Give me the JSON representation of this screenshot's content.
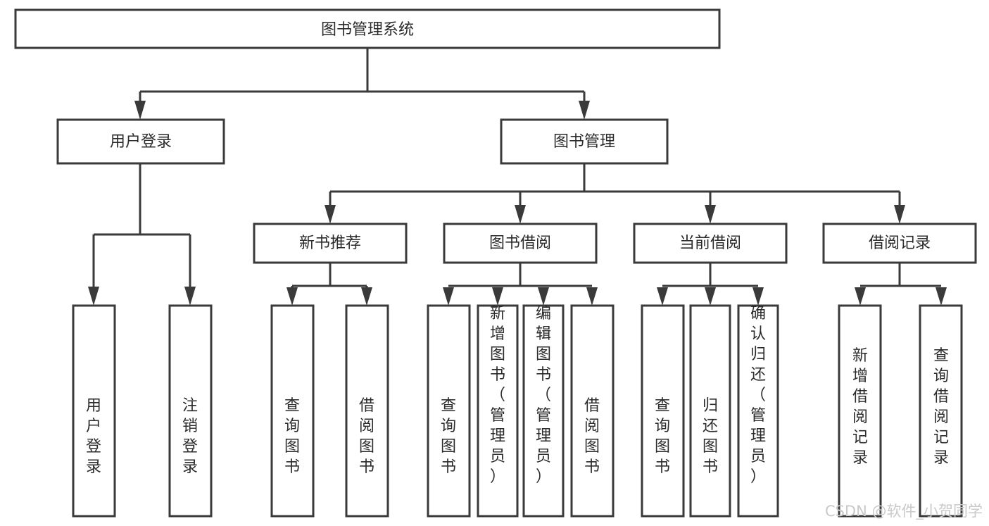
{
  "diagram": {
    "type": "tree-hierarchy",
    "title": "图书管理系统",
    "orientation": "top-down",
    "colors": {
      "stroke": "#3a3a3a",
      "fill": "#ffffff",
      "text": "#2b2b2b",
      "watermark": "#c9c9c9",
      "background": "#ffffff"
    },
    "levels": [
      {
        "level": 1,
        "nodes": [
          {
            "id": "root",
            "label": "图书管理系统",
            "orientation": "horizontal"
          }
        ]
      },
      {
        "level": 2,
        "nodes": [
          {
            "id": "user-login",
            "label": "用户登录",
            "orientation": "horizontal",
            "parent": "root"
          },
          {
            "id": "book-manage",
            "label": "图书管理",
            "orientation": "horizontal",
            "parent": "root"
          }
        ]
      },
      {
        "level": 3,
        "nodes": [
          {
            "id": "new-book-recommend",
            "label": "新书推荐",
            "orientation": "horizontal",
            "parent": "book-manage"
          },
          {
            "id": "book-borrow",
            "label": "图书借阅",
            "orientation": "horizontal",
            "parent": "book-manage"
          },
          {
            "id": "current-borrow",
            "label": "当前借阅",
            "orientation": "horizontal",
            "parent": "book-manage"
          },
          {
            "id": "borrow-record",
            "label": "借阅记录",
            "orientation": "horizontal",
            "parent": "book-manage"
          }
        ]
      },
      {
        "level": 4,
        "nodes": [
          {
            "id": "leaf-user-login",
            "label": "用户登录",
            "orientation": "vertical",
            "parent": "user-login"
          },
          {
            "id": "leaf-logout-login",
            "label": "注销登录",
            "orientation": "vertical",
            "parent": "user-login"
          },
          {
            "id": "leaf-query-book-1",
            "label": "查询图书",
            "orientation": "vertical",
            "parent": "new-book-recommend"
          },
          {
            "id": "leaf-borrow-book-1",
            "label": "借阅图书",
            "orientation": "vertical",
            "parent": "new-book-recommend"
          },
          {
            "id": "leaf-query-book-2",
            "label": "查询图书",
            "orientation": "vertical",
            "parent": "book-borrow"
          },
          {
            "id": "leaf-add-book",
            "label": "新增图书（管理员）",
            "orientation": "vertical",
            "parent": "book-borrow"
          },
          {
            "id": "leaf-edit-book",
            "label": "编辑图书（管理员）",
            "orientation": "vertical",
            "parent": "book-borrow"
          },
          {
            "id": "leaf-borrow-book-2",
            "label": "借阅图书",
            "orientation": "vertical",
            "parent": "book-borrow"
          },
          {
            "id": "leaf-query-book-3",
            "label": "查询图书",
            "orientation": "vertical",
            "parent": "current-borrow"
          },
          {
            "id": "leaf-return-book",
            "label": "归还图书",
            "orientation": "vertical",
            "parent": "current-borrow"
          },
          {
            "id": "leaf-confirm-return",
            "label": "确认归还（管理员）",
            "orientation": "vertical",
            "parent": "current-borrow"
          },
          {
            "id": "leaf-add-record",
            "label": "新增借阅记录",
            "orientation": "vertical",
            "parent": "borrow-record"
          },
          {
            "id": "leaf-query-record",
            "label": "查询借阅记录",
            "orientation": "vertical",
            "parent": "borrow-record"
          }
        ]
      }
    ]
  },
  "watermark": {
    "text": "CSDN @软件_小贺同学"
  }
}
